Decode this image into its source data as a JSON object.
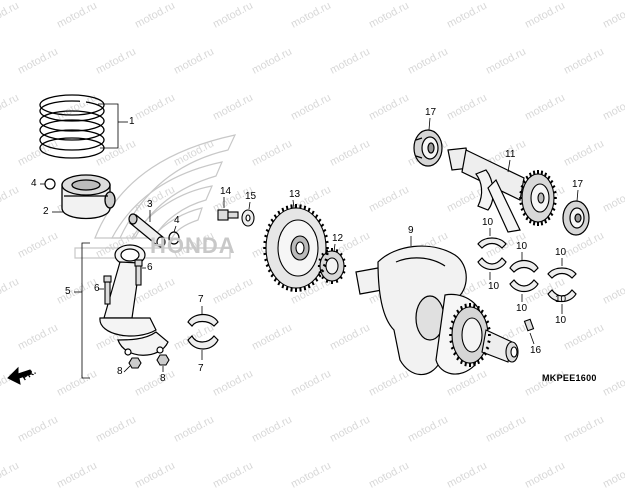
{
  "watermark": {
    "text": "motod.ru"
  },
  "brand": {
    "text": "HONDA"
  },
  "direction": {
    "label": "FR."
  },
  "diagram_code": "MKPEE1600",
  "callouts": [
    {
      "id": "c1",
      "text": "1"
    },
    {
      "id": "c2",
      "text": "2"
    },
    {
      "id": "c3",
      "text": "3"
    },
    {
      "id": "c4a",
      "text": "4"
    },
    {
      "id": "c4b",
      "text": "4"
    },
    {
      "id": "c5",
      "text": "5"
    },
    {
      "id": "c6a",
      "text": "6"
    },
    {
      "id": "c6b",
      "text": "6"
    },
    {
      "id": "c7a",
      "text": "7"
    },
    {
      "id": "c7b",
      "text": "7"
    },
    {
      "id": "c8a",
      "text": "8"
    },
    {
      "id": "c8b",
      "text": "8"
    },
    {
      "id": "c9",
      "text": "9"
    },
    {
      "id": "c10a",
      "text": "10"
    },
    {
      "id": "c10b",
      "text": "10"
    },
    {
      "id": "c10c",
      "text": "10"
    },
    {
      "id": "c10d",
      "text": "10"
    },
    {
      "id": "c10e",
      "text": "10"
    },
    {
      "id": "c10f",
      "text": "10"
    },
    {
      "id": "c10g",
      "text": "10"
    },
    {
      "id": "c10h",
      "text": "10"
    },
    {
      "id": "c11",
      "text": "11"
    },
    {
      "id": "c12",
      "text": "12"
    },
    {
      "id": "c13",
      "text": "13"
    },
    {
      "id": "c14",
      "text": "14"
    },
    {
      "id": "c15",
      "text": "15"
    },
    {
      "id": "c16",
      "text": "16"
    },
    {
      "id": "c17a",
      "text": "17"
    },
    {
      "id": "c17b",
      "text": "17"
    }
  ]
}
